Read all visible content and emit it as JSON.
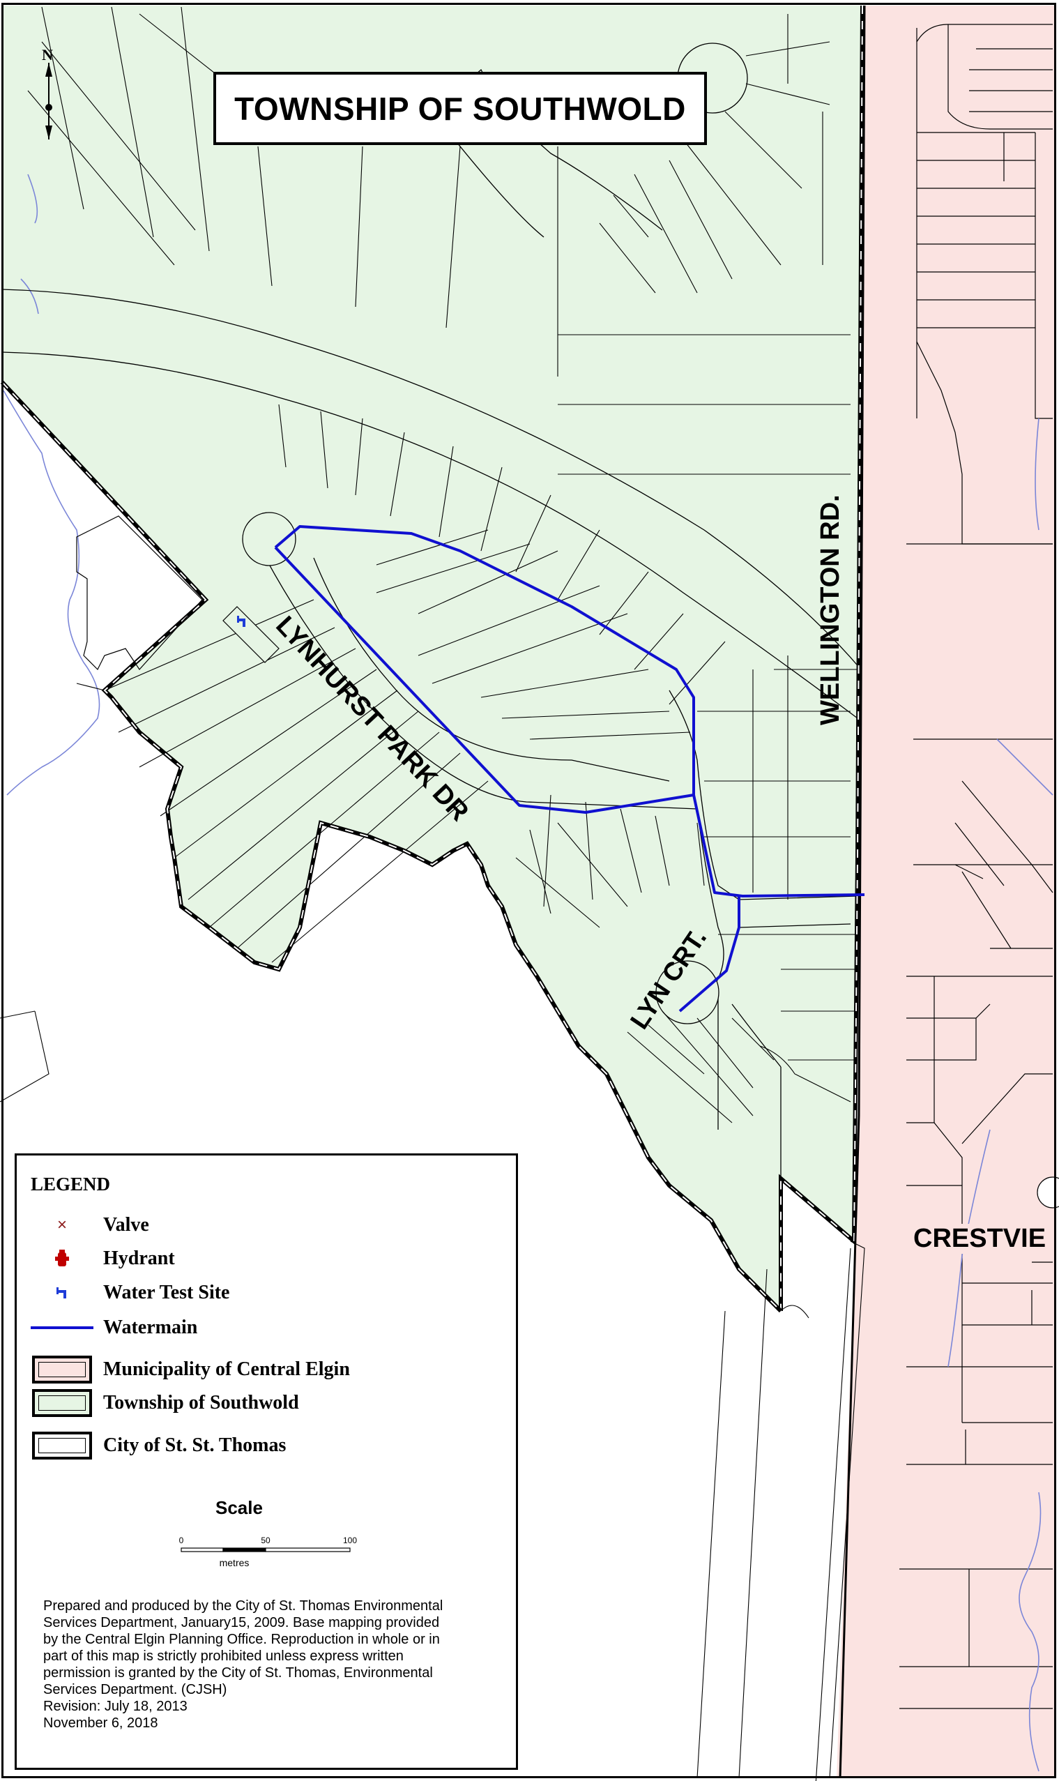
{
  "title": "TOWNSHIP OF SOUTHWOLD",
  "north_label": "N",
  "streets": {
    "lynhurst": "LYNHURST PARK DR",
    "wellington": "WELLINGTON RD.",
    "lyn_crt": "LYN CRT.",
    "crestview": "CRESTVIE"
  },
  "legend": {
    "title": "LEGEND",
    "items": [
      {
        "label": "Valve",
        "icon": "valve-x-icon",
        "color": "#8b1a1a"
      },
      {
        "label": "Hydrant",
        "icon": "hydrant-icon",
        "color": "#c00000"
      },
      {
        "label": "Water Test Site",
        "icon": "water-tap-icon",
        "color": "#1e3cd8"
      },
      {
        "label": "Watermain",
        "icon": "watermain-line",
        "color": "#1010d0"
      },
      {
        "label": "Municipality of Central Elgin",
        "icon": "swatch",
        "color": "#fbe3e1"
      },
      {
        "label": "Township of Southwold",
        "icon": "swatch",
        "color": "#e6f5e4"
      },
      {
        "label": "City of St. St. Thomas",
        "icon": "swatch",
        "color": "#ffffff"
      }
    ],
    "scale": {
      "title": "Scale",
      "ticks": [
        "0",
        "50",
        "100"
      ],
      "unit": "metres"
    },
    "note": [
      "Prepared and produced by the City of St. Thomas Environmental",
      "Services Department, January15, 2009.  Base mapping provided",
      "by the Central Elgin Planning Office.  Reproduction in whole or in",
      "part of this map is strictly prohibited unless express written",
      "permission is granted by the City of St. Thomas, Environmental",
      "Services Department. (CJSH)",
      "Revision: July 18, 2013",
      "November 6, 2018"
    ]
  },
  "colors": {
    "southwold": "#e6f5e4",
    "central_elgin": "#fbe3e1",
    "st_thomas": "#ffffff",
    "watermain": "#1010d0",
    "creek": "#7b86d8"
  }
}
